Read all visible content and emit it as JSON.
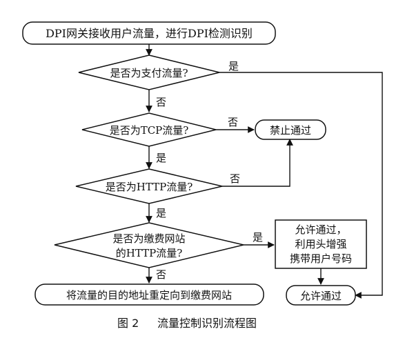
{
  "nodes": {
    "start": "DPI网关接收用户流量，进行DPI检测识别",
    "q_payment": "是否为支付流量?",
    "q_tcp": "是否为TCP流量?",
    "forbid": "禁止通过",
    "q_http": "是否为HTTP流量?",
    "q_fee_line1": "是否为缴费网站",
    "q_fee_line2": "的HTTP流量?",
    "allow_enhance_line1": "允许通过，",
    "allow_enhance_line2": "利用头增强",
    "allow_enhance_line3": "携带用户号码",
    "redirect": "将流量的目的地址重定向到缴费网站",
    "allow": "允许通过"
  },
  "edge_labels": {
    "payment_yes": "是",
    "payment_no": "否",
    "tcp_no": "否",
    "tcp_yes": "是",
    "http_no": "否",
    "http_yes": "是",
    "fee_yes": "是",
    "fee_no": "否"
  },
  "caption": {
    "figure": "图 2",
    "title": "流量控制识别流程图"
  }
}
